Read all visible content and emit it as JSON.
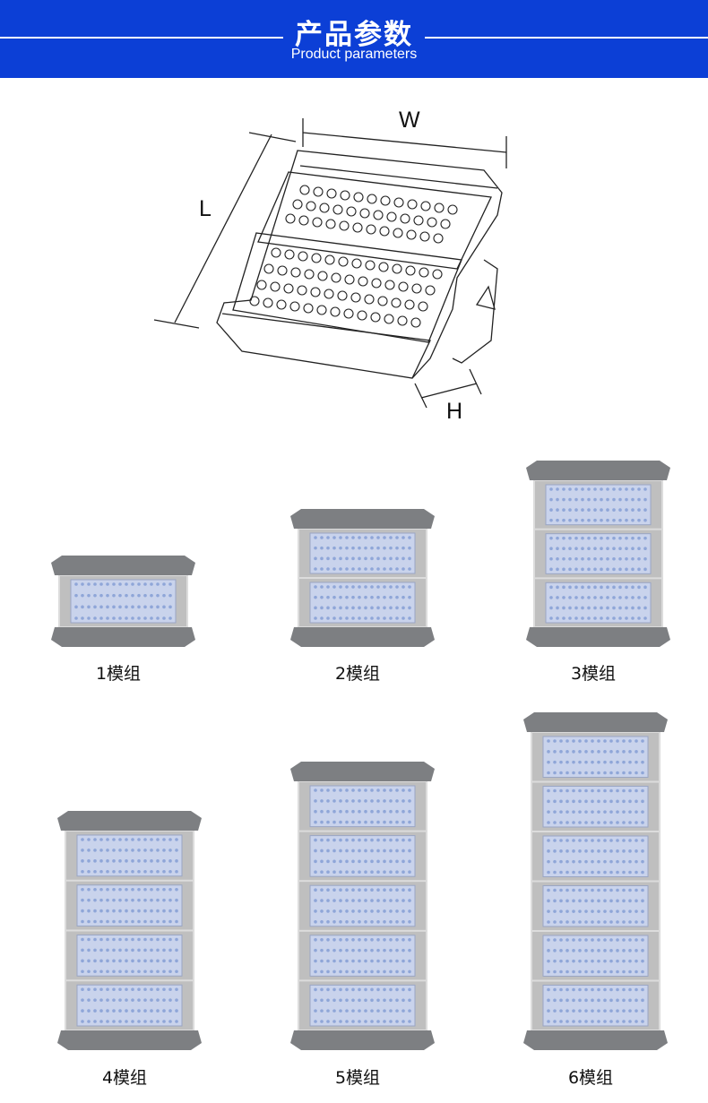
{
  "header": {
    "title": "产品参数",
    "subtitle": "Product parameters",
    "background": "#0c3fd6"
  },
  "diagram": {
    "width_label": "W",
    "length_label": "L",
    "height_label": "H"
  },
  "modules": [
    {
      "label": "1模组",
      "count": 1
    },
    {
      "label": "2模组",
      "count": 2
    },
    {
      "label": "3模组",
      "count": 3
    },
    {
      "label": "4模组",
      "count": 4
    },
    {
      "label": "5模组",
      "count": 5
    },
    {
      "label": "6模组",
      "count": 6
    }
  ],
  "colors": {
    "housing": "#7d7f82",
    "panel": "#c9d3ec",
    "frame": "#dcdcdc",
    "led": "#8fa6d8"
  }
}
